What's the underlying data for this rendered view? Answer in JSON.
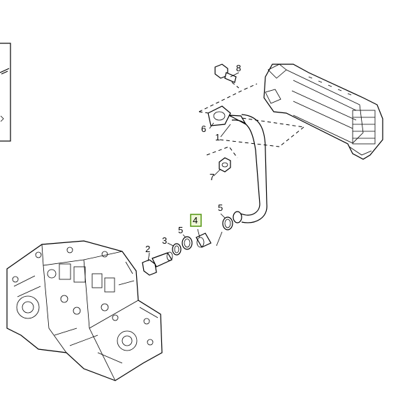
{
  "callouts": [
    {
      "id": "c1",
      "text": "1"
    },
    {
      "id": "c2",
      "text": "2"
    },
    {
      "id": "c3",
      "text": "3"
    },
    {
      "id": "c4",
      "text": "4",
      "highlighted": true
    },
    {
      "id": "c5a",
      "text": "5"
    },
    {
      "id": "c5b",
      "text": "5"
    },
    {
      "id": "c6",
      "text": "6"
    },
    {
      "id": "c7",
      "text": "7"
    },
    {
      "id": "c8",
      "text": "8"
    }
  ],
  "colors": {
    "line": "#000000",
    "highlight_border": "#5a9a1a",
    "highlight_fill": "#eef6d8",
    "background": "#ffffff"
  }
}
